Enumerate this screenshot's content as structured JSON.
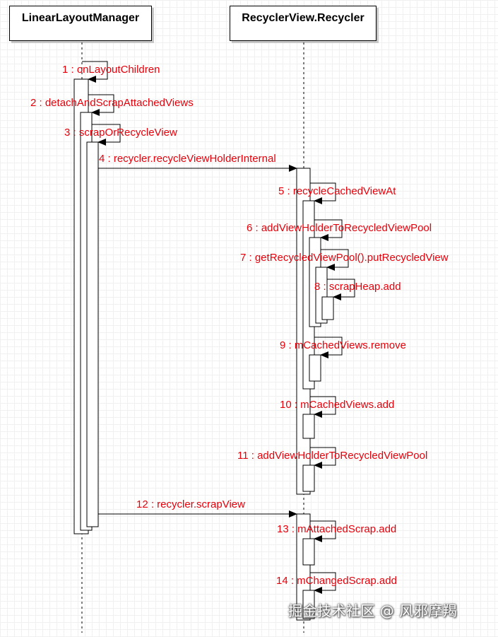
{
  "lifelines": {
    "left": "LinearLayoutManager",
    "right": "RecyclerView.Recycler"
  },
  "messages": [
    "1 : onLayoutChildren",
    "2 : detachAndScrapAttachedViews",
    "3 : scrapOrRecycleView",
    "4 : recycler.recycleViewHolderInternal",
    "5 : recycleCachedViewAt",
    "6 : addViewHolderToRecycledViewPool",
    "7 : getRecycledViewPool().putRecycledView",
    "8 : scrapHeap.add",
    "9 : mCachedViews.remove",
    "10 : mCachedViews.add",
    "11 : addViewHolderToRecycledViewPool",
    "12 : recycler.scrapView",
    "13 : mAttachedScrap.add",
    "14 : mChangedScrap.add"
  ],
  "watermark": "掘金技术社区 @ 风邪摩羯",
  "colors": {
    "label": "#e6000a",
    "line": "#000000"
  }
}
